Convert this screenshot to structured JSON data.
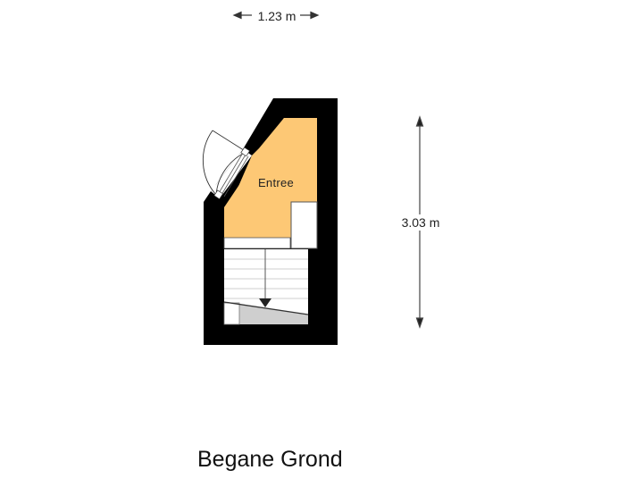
{
  "floor_title": "Begane Grond",
  "dimensions": {
    "width": "1.23 m",
    "depth": "3.03 m"
  },
  "rooms": [
    {
      "name": "Entree",
      "fill": "#FDC875"
    }
  ],
  "colors": {
    "wall": "#000000",
    "room_fill": "#FDC875",
    "stair_fill": "#ffffff",
    "landing_fill": "#cfcfcf",
    "dimension_line": "#444444"
  },
  "elements": {
    "door": "swing-door",
    "stairs": "staircase-down-arrow"
  }
}
